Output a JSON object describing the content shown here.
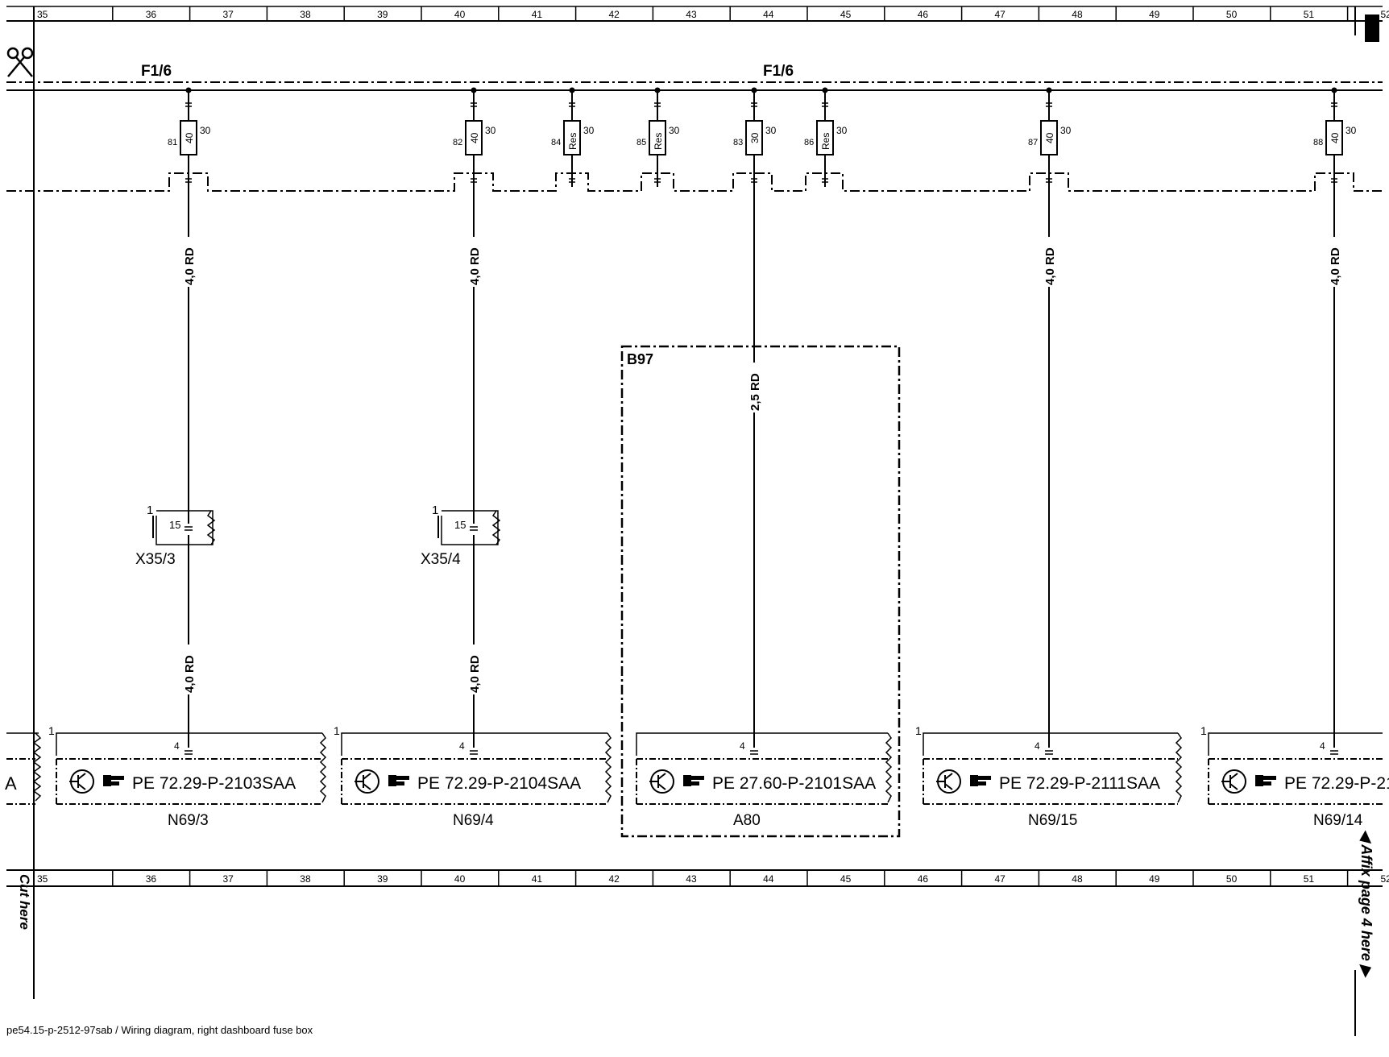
{
  "grid_numbers": [
    "35",
    "36",
    "37",
    "38",
    "39",
    "40",
    "41",
    "42",
    "43",
    "44",
    "45",
    "46",
    "47",
    "48",
    "49",
    "50",
    "51",
    "52"
  ],
  "rail_label_left": "F1/6",
  "rail_label_mid": "F1/6",
  "fuses": [
    {
      "id": "81",
      "rating": "40",
      "pin": "30"
    },
    {
      "id": "82",
      "rating": "40",
      "pin": "30"
    },
    {
      "id": "84",
      "rating": "Res",
      "pin": "30"
    },
    {
      "id": "85",
      "rating": "Res",
      "pin": "30"
    },
    {
      "id": "83",
      "rating": "30",
      "pin": "30"
    },
    {
      "id": "86",
      "rating": "Res",
      "pin": "30"
    },
    {
      "id": "87",
      "rating": "40",
      "pin": "30"
    },
    {
      "id": "88",
      "rating": "40",
      "pin": "30"
    }
  ],
  "wires": {
    "w1_top": "4,0 RD",
    "w2_top": "4,0 RD",
    "w3": "2,5 RD",
    "w4": "4,0 RD",
    "w5": "4,0 RD",
    "w1_bot": "4,0 RD",
    "w2_bot": "4,0 RD"
  },
  "connectors": [
    {
      "name": "X35/3",
      "pin": "15",
      "num": "1"
    },
    {
      "name": "X35/4",
      "pin": "15",
      "num": "1"
    }
  ],
  "b97_label": "B97",
  "modules": [
    {
      "name": "N69/3",
      "ref": "PE 72.29-P-2103SAA",
      "pin": "4",
      "num": "1"
    },
    {
      "name": "N69/4",
      "ref": "PE 72.29-P-2104SAA",
      "pin": "4",
      "num": "1"
    },
    {
      "name": "A80",
      "ref": "PE 27.60-P-2101SAA",
      "pin": "4",
      "num": ""
    },
    {
      "name": "N69/15",
      "ref": "PE 72.29-P-2111SAA",
      "pin": "4",
      "num": "1"
    },
    {
      "name": "N69/14",
      "ref": "PE 72.29-P-21",
      "pin": "4",
      "num": "1"
    }
  ],
  "partial_module_letter": "A",
  "cut_here": "Cut here",
  "affix_here": "Affix page 4 here",
  "footer_text": "pe54.15-p-2512-97sab / Wiring diagram, right dashboard fuse box"
}
